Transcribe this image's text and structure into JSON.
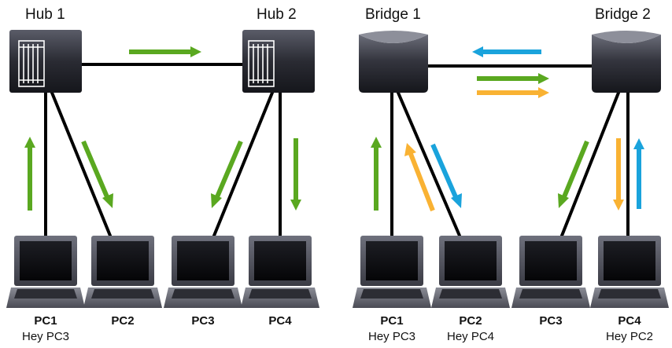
{
  "colors": {
    "green": "#5aa820",
    "blue": "#1aa3dc",
    "orange": "#f9b233",
    "cable": "#000000"
  },
  "hub_network": {
    "devices": [
      {
        "label": "Hub 1",
        "icon": "hub-icon"
      },
      {
        "label": "Hub 2",
        "icon": "hub-icon"
      }
    ],
    "pcs": [
      {
        "name": "PC1",
        "message": "Hey PC3"
      },
      {
        "name": "PC2",
        "message": ""
      },
      {
        "name": "PC3",
        "message": ""
      },
      {
        "name": "PC4",
        "message": ""
      }
    ]
  },
  "bridge_network": {
    "devices": [
      {
        "label": "Bridge 1",
        "icon": "bridge-icon"
      },
      {
        "label": "Bridge 2",
        "icon": "bridge-icon"
      }
    ],
    "pcs": [
      {
        "name": "PC1",
        "message": "Hey PC3"
      },
      {
        "name": "PC2",
        "message": "Hey PC4"
      },
      {
        "name": "PC3",
        "message": ""
      },
      {
        "name": "PC4",
        "message": "Hey PC2"
      }
    ]
  }
}
